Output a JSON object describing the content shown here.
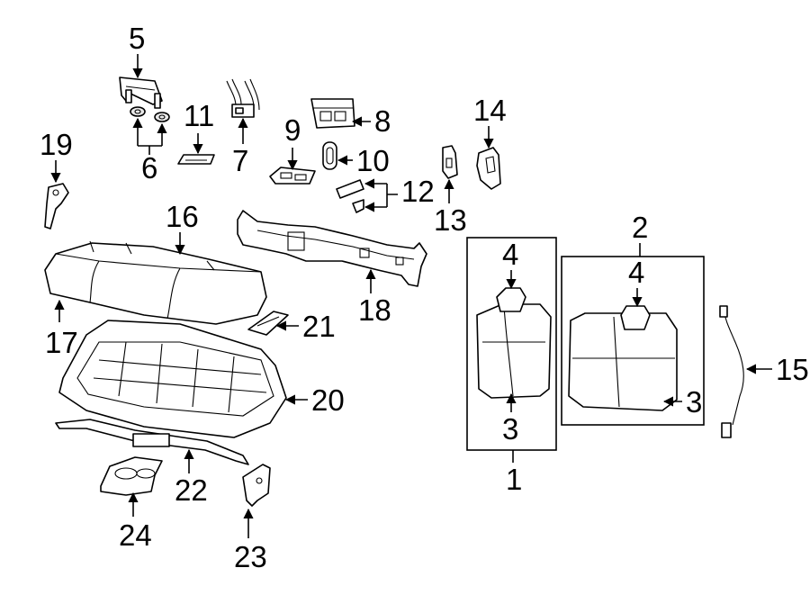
{
  "diagram": {
    "callouts": {
      "c1": "1",
      "c2": "2",
      "c3a": "3",
      "c3b": "3",
      "c4a": "4",
      "c4b": "4",
      "c5": "5",
      "c6": "6",
      "c7": "7",
      "c8": "8",
      "c9": "9",
      "c10": "10",
      "c11": "11",
      "c12": "12",
      "c13": "13",
      "c14": "14",
      "c15": "15",
      "c16": "16",
      "c17": "17",
      "c18": "18",
      "c19": "19",
      "c20": "20",
      "c21": "21",
      "c22": "22",
      "c23": "23",
      "c24": "24"
    },
    "arrowhead": "triangle-arrow",
    "colors": {
      "line": "#000000",
      "background": "#ffffff",
      "fill": "#ffffff"
    }
  }
}
